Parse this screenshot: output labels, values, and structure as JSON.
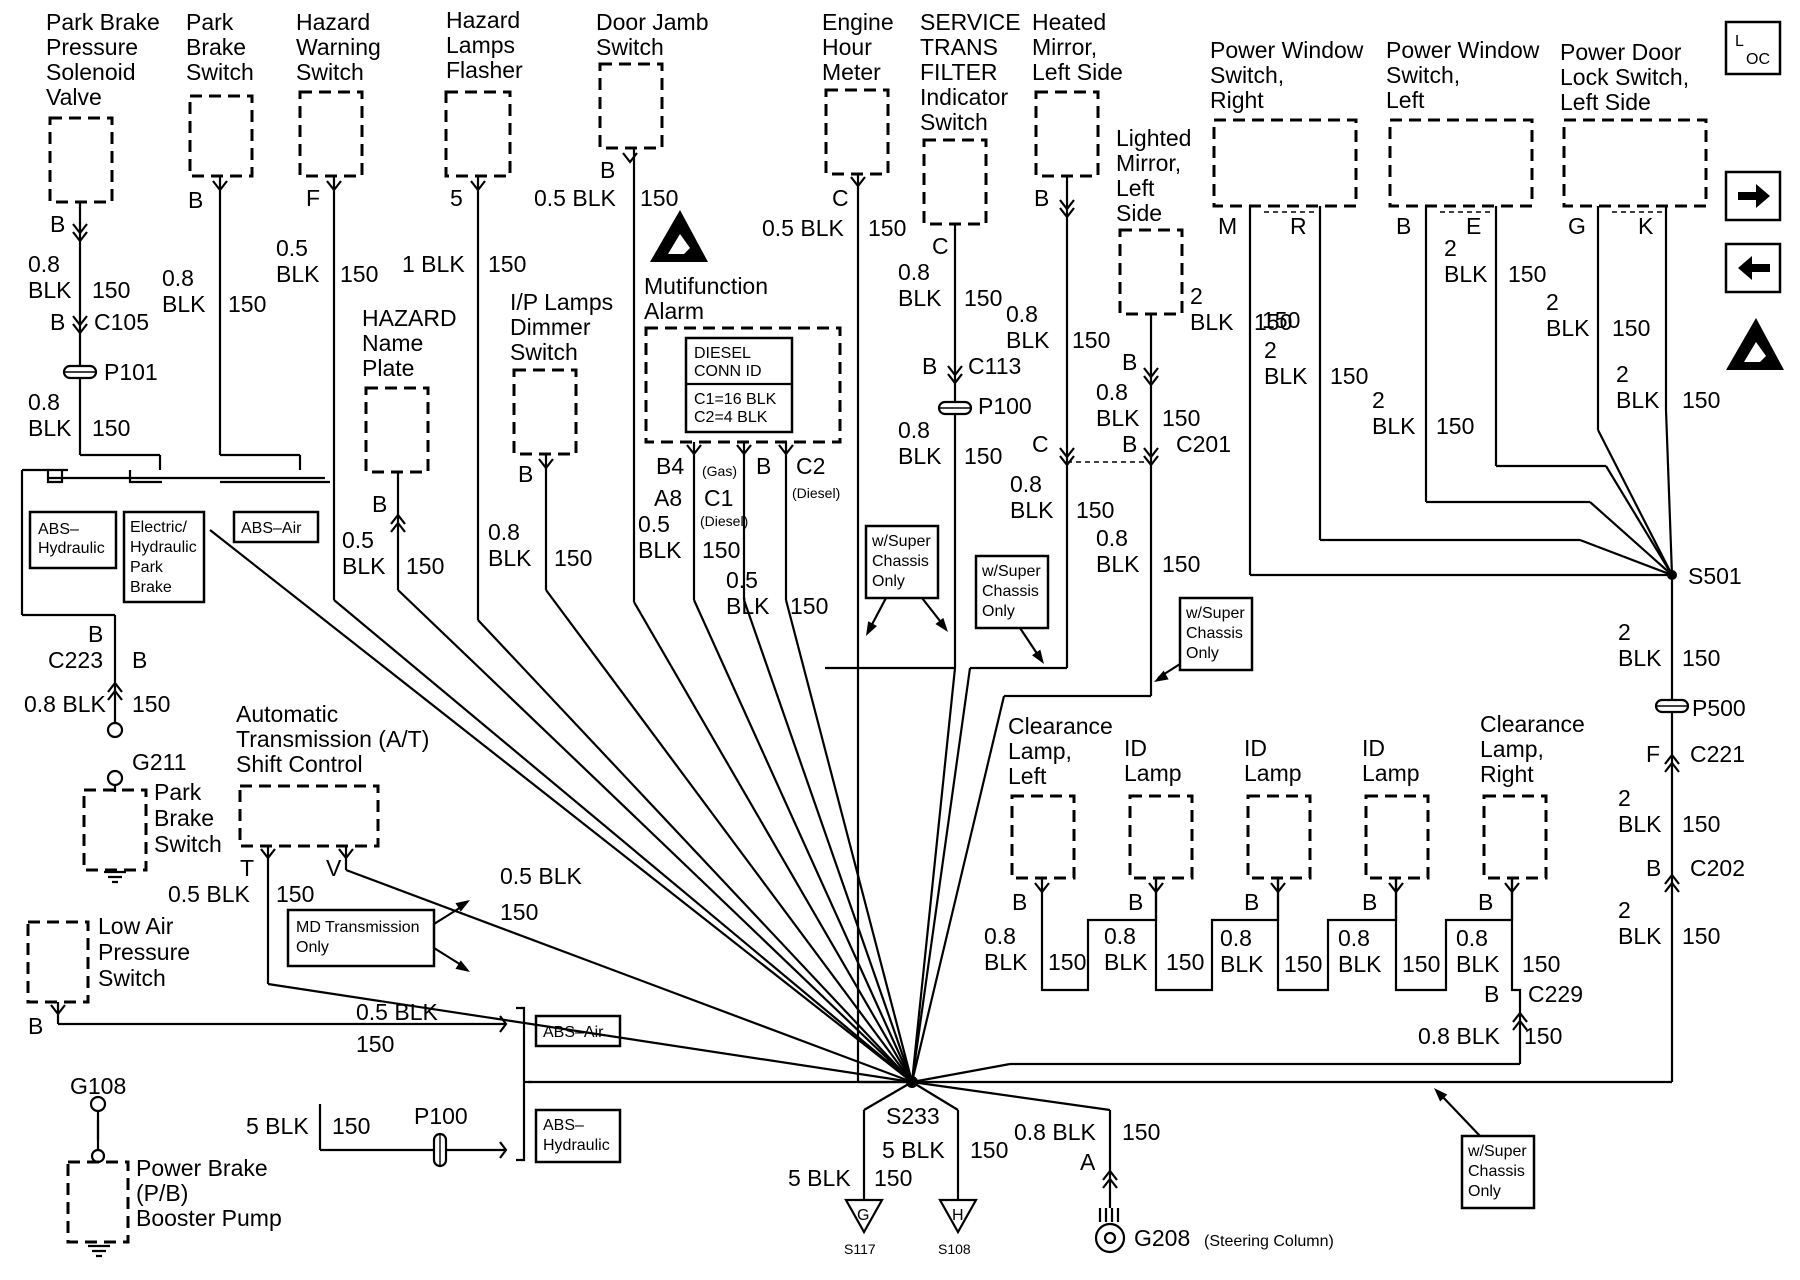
{
  "components": {
    "park_brake_pressure_solenoid": [
      "Park Brake",
      "Pressure",
      "Solenoid",
      "Valve"
    ],
    "park_brake_switch_top": [
      "Park",
      "Brake",
      "Switch"
    ],
    "hazard_warning_switch": [
      "Hazard",
      "Warning",
      "Switch"
    ],
    "hazard_lamps_flasher": [
      "Hazard",
      "Lamps",
      "Flasher"
    ],
    "door_jamb_switch": [
      "Door Jamb",
      "Switch"
    ],
    "engine_hour_meter": [
      "Engine",
      "Hour",
      "Meter"
    ],
    "service_trans_filter": [
      "SERVICE",
      "TRANS",
      "FILTER",
      "Indicator",
      "Switch"
    ],
    "heated_mirror_left": [
      "Heated",
      "Mirror,",
      "Left Side"
    ],
    "lighted_mirror_left": [
      "Lighted",
      "Mirror,",
      "Left",
      "Side"
    ],
    "power_window_switch_right": [
      "Power Window",
      "Switch,",
      "Right"
    ],
    "power_window_switch_left": [
      "Power Window",
      "Switch,",
      "Left"
    ],
    "power_door_lock_switch": [
      "Power Door",
      "Lock Switch,",
      "Left Side"
    ],
    "hazard_name_plate": [
      "HAZARD",
      "Name",
      "Plate"
    ],
    "ip_lamps_dimmer": [
      "I/P Lamps",
      "Dimmer",
      "Switch"
    ],
    "multifunction_alarm": [
      "Mutifunction",
      "Alarm"
    ],
    "diesel_conn_id": [
      "DIESEL",
      "CONN ID"
    ],
    "diesel_conn_values": [
      "C1=16 BLK",
      "C2=4 BLK"
    ],
    "abs_hydraulic_box": [
      "ABS–",
      "Hydraulic"
    ],
    "electric_hydraulic_park_brake": [
      "Electric/",
      "Hydraulic",
      "Park",
      "Brake"
    ],
    "abs_air_box": "ABS–Air",
    "park_brake_switch_bottom": [
      "Park",
      "Brake",
      "Switch"
    ],
    "auto_trans_shift_control": [
      "Automatic",
      "Transmission (A/T)",
      "Shift Control"
    ],
    "md_transmission_only": [
      "MD Transmission",
      "Only"
    ],
    "low_air_pressure_switch": [
      "Low Air",
      "Pressure",
      "Switch"
    ],
    "abs_air_right": "ABS–Air",
    "abs_hydraulic_right": [
      "ABS–",
      "Hydraulic"
    ],
    "power_brake_booster": [
      "Power Brake",
      "(P/B)",
      "Booster Pump"
    ],
    "clearance_lamp_left": [
      "Clearance",
      "Lamp,",
      "Left"
    ],
    "id_lamp": [
      "ID",
      "Lamp"
    ],
    "clearance_lamp_right": [
      "Clearance",
      "Lamp,",
      "Right"
    ],
    "super_chassis_only": [
      "w/Super",
      "Chassis",
      "Only"
    ]
  },
  "labels": {
    "pin_b": "B",
    "pin_f": "F",
    "pin_5": "5",
    "pin_c": "C",
    "pin_m": "M",
    "pin_r": "R",
    "pin_e": "E",
    "pin_g": "G",
    "pin_k": "K",
    "pin_t": "T",
    "pin_v": "V",
    "pin_a": "A",
    "pin_b4": "B4",
    "pin_a8": "A8",
    "pin_c1": "C1",
    "pin_c2": "C2",
    "gas": "(Gas)",
    "diesel": "(Diesel)",
    "c105": "C105",
    "c113": "C113",
    "c201": "C201",
    "c221": "C221",
    "c202": "C202",
    "c223": "C223",
    "c229": "C229",
    "p101": "P101",
    "p100": "P100",
    "p500": "P500",
    "s501": "S501",
    "s233": "S233",
    "s117": "S117",
    "s108": "S108",
    "g211": "G211",
    "g108": "G108",
    "g208": "G208",
    "steering_column": "(Steering Column)",
    "w08": "0.8",
    "w05": "0.5",
    "w2": "2",
    "blk": "BLK",
    "c150": "150",
    "w05blk": "0.5 BLK",
    "w08blk": "0.8 BLK",
    "w1blk": "1 BLK",
    "w5blk": "5 BLK",
    "loc_l": "L",
    "loc_oc": "OC"
  },
  "icons": {
    "loc": "location-icon",
    "next": "right-arrow-icon",
    "prev": "left-arrow-icon",
    "esd": "esd-warning-icon"
  }
}
